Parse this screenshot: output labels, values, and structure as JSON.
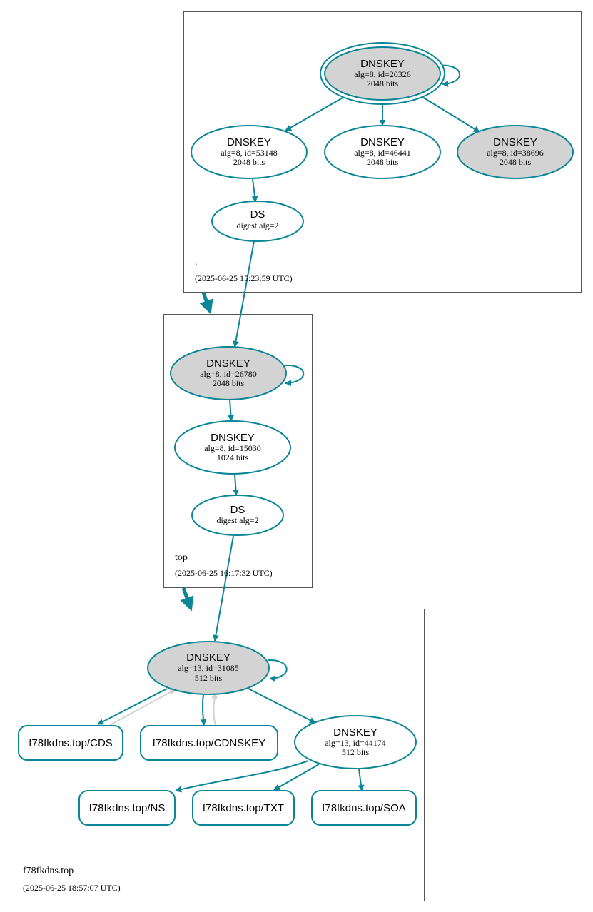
{
  "colors": {
    "edge": "#0a8696",
    "edge_secondary": "#d3d3d3",
    "key_fill_grey": "#d3d3d3",
    "key_fill_white": "#ffffff"
  },
  "zones": {
    "root": {
      "name": ".",
      "timestamp": "(2025-06-25 15:23:59 UTC)"
    },
    "top": {
      "name": "top",
      "timestamp": "(2025-06-25 16:17:32 UTC)"
    },
    "f78": {
      "name": "f78fkdns.top",
      "timestamp": "(2025-06-25 18:57:07 UTC)"
    }
  },
  "nodes": {
    "root_ksk": {
      "title": "DNSKEY",
      "line1": "alg=8, id=20326",
      "line2": "2048 bits"
    },
    "root_k53148": {
      "title": "DNSKEY",
      "line1": "alg=8, id=53148",
      "line2": "2048 bits"
    },
    "root_k46441": {
      "title": "DNSKEY",
      "line1": "alg=8, id=46441",
      "line2": "2048 bits"
    },
    "root_k38696": {
      "title": "DNSKEY",
      "line1": "alg=8, id=38696",
      "line2": "2048 bits"
    },
    "root_ds": {
      "title": "DS",
      "line1": "digest alg=2"
    },
    "top_ksk": {
      "title": "DNSKEY",
      "line1": "alg=8, id=26780",
      "line2": "2048 bits"
    },
    "top_k15030": {
      "title": "DNSKEY",
      "line1": "alg=8, id=15030",
      "line2": "1024 bits"
    },
    "top_ds": {
      "title": "DS",
      "line1": "digest alg=2"
    },
    "f78_ksk": {
      "title": "DNSKEY",
      "line1": "alg=13, id=31085",
      "line2": "512 bits"
    },
    "f78_k44174": {
      "title": "DNSKEY",
      "line1": "alg=13, id=44174",
      "line2": "512 bits"
    }
  },
  "rrsets": {
    "cds": "f78fkdns.top/CDS",
    "cdnskey": "f78fkdns.top/CDNSKEY",
    "ns": "f78fkdns.top/NS",
    "txt": "f78fkdns.top/TXT",
    "soa": "f78fkdns.top/SOA"
  }
}
